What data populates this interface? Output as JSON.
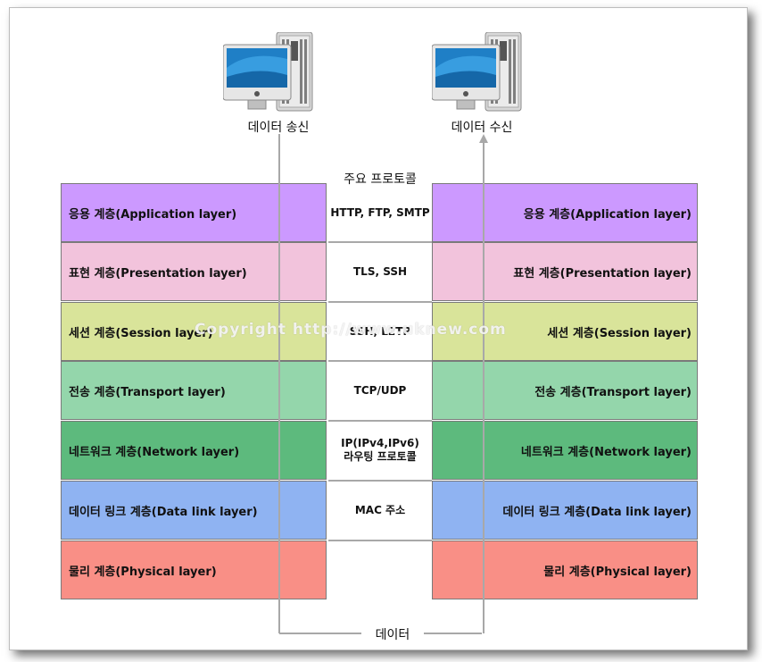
{
  "diagram": {
    "sender_label": "데이터 송신",
    "receiver_label": "데이터 수신",
    "protocol_header": "주요 프로토콜",
    "data_label": "데이터",
    "watermark": "Copyright  http://www.uknew.com",
    "layers": [
      {
        "name": "응용 계층(Application layer)",
        "protocol": "HTTP, FTP, SMTP",
        "color": "#cc99ff"
      },
      {
        "name": "표현 계층(Presentation layer)",
        "protocol": "TLS, SSH",
        "color": "#f2c3dc"
      },
      {
        "name": "세션 계층(Session layer)",
        "protocol": "SSH,  L2TP",
        "color": "#d9e49a"
      },
      {
        "name": "전송 계층(Transport layer)",
        "protocol": "TCP/UDP",
        "color": "#94d6ab"
      },
      {
        "name": "네트워크 계층(Network layer)",
        "protocol": "IP(IPv4,IPv6)\n라우팅 프로토콜",
        "color": "#5dba7d"
      },
      {
        "name": "데이터 링크 계층(Data link layer)",
        "protocol": "MAC 주소",
        "color": "#8fb3f2"
      },
      {
        "name": "물리 계층(Physical layer)",
        "protocol": "",
        "color": "#f98f86"
      }
    ]
  }
}
